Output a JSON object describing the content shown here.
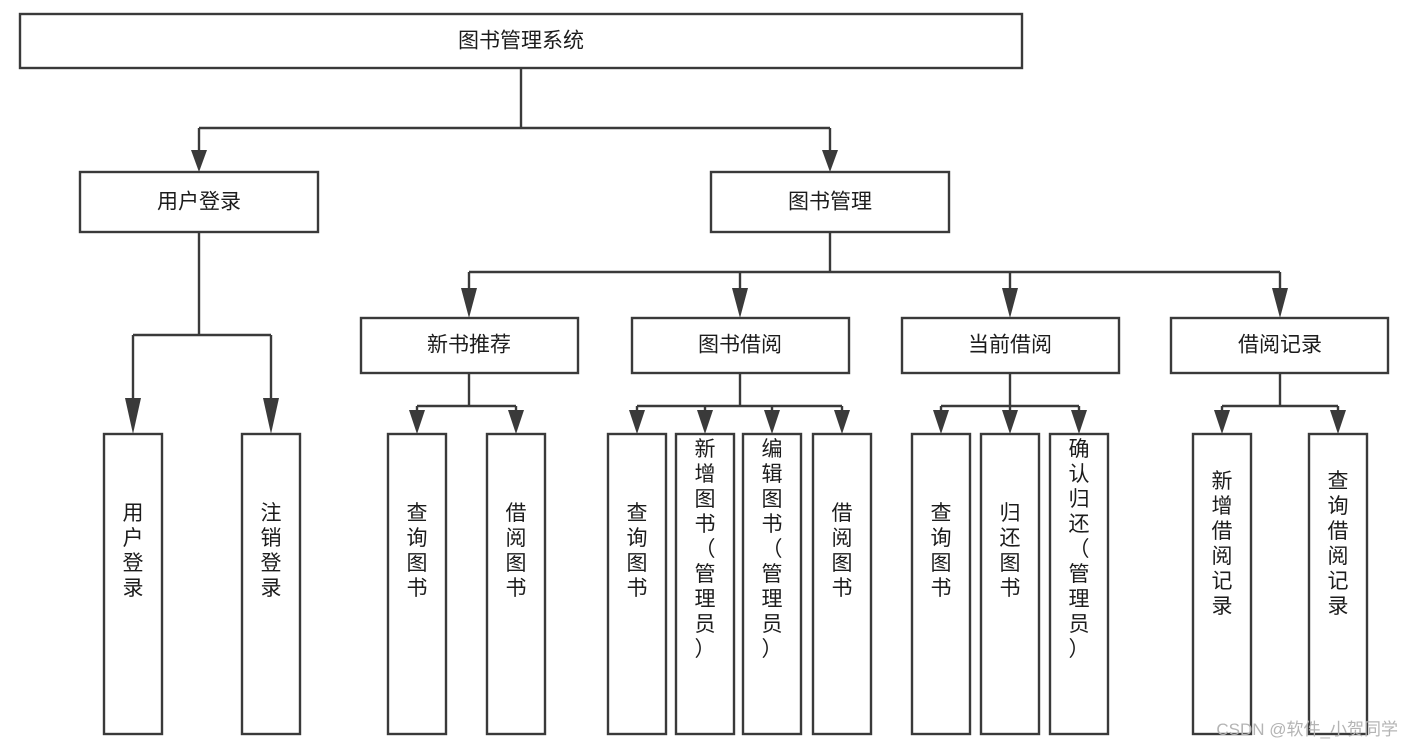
{
  "diagram": {
    "title": "图书管理系统",
    "type": "tree-hierarchy-chart",
    "orientation": "top-down",
    "watermark": "CSDN @软件_小贺同学",
    "colors": {
      "box_stroke": "#3a3a3a",
      "box_fill": "#ffffff",
      "text": "#1c1c1c",
      "background": "#ffffff",
      "watermark": "#b4b4b4"
    },
    "root": {
      "label": "图书管理系统",
      "orientation": "horizontal"
    },
    "level2": [
      {
        "id": "user-login",
        "label": "用户登录",
        "orientation": "horizontal"
      },
      {
        "id": "book-manage",
        "label": "图书管理",
        "orientation": "horizontal"
      }
    ],
    "level3": [
      {
        "id": "new-book-recommend",
        "label": "新书推荐",
        "orientation": "horizontal",
        "parent": "book-manage"
      },
      {
        "id": "book-borrow",
        "label": "图书借阅",
        "orientation": "horizontal",
        "parent": "book-manage"
      },
      {
        "id": "current-borrow",
        "label": "当前借阅",
        "orientation": "horizontal",
        "parent": "book-manage"
      },
      {
        "id": "borrow-record",
        "label": "借阅记录",
        "orientation": "horizontal",
        "parent": "book-manage"
      }
    ],
    "leaves": [
      {
        "id": "leaf-user-login",
        "label": "用户登录",
        "parent": "user-login",
        "orientation": "vertical"
      },
      {
        "id": "leaf-user-logout",
        "label": "注销登录",
        "parent": "user-login",
        "orientation": "vertical"
      },
      {
        "id": "leaf-query-book-1",
        "label": "查询图书",
        "parent": "new-book-recommend",
        "orientation": "vertical"
      },
      {
        "id": "leaf-borrow-book-1",
        "label": "借阅图书",
        "parent": "new-book-recommend",
        "orientation": "vertical"
      },
      {
        "id": "leaf-query-book-2",
        "label": "查询图书",
        "parent": "book-borrow",
        "orientation": "vertical"
      },
      {
        "id": "leaf-add-book",
        "label": "新增图书（管理员）",
        "parent": "book-borrow",
        "orientation": "vertical"
      },
      {
        "id": "leaf-edit-book",
        "label": "编辑图书（管理员）",
        "parent": "book-borrow",
        "orientation": "vertical"
      },
      {
        "id": "leaf-borrow-book-2",
        "label": "借阅图书",
        "parent": "book-borrow",
        "orientation": "vertical"
      },
      {
        "id": "leaf-query-book-3",
        "label": "查询图书",
        "parent": "current-borrow",
        "orientation": "vertical"
      },
      {
        "id": "leaf-return-book",
        "label": "归还图书",
        "parent": "current-borrow",
        "orientation": "vertical"
      },
      {
        "id": "leaf-confirm-return",
        "label": "确认归还（管理员）",
        "parent": "current-borrow",
        "orientation": "vertical"
      },
      {
        "id": "leaf-add-record",
        "label": "新增借阅记录",
        "parent": "borrow-record",
        "orientation": "vertical"
      },
      {
        "id": "leaf-query-record",
        "label": "查询借阅记录",
        "parent": "borrow-record",
        "orientation": "vertical"
      }
    ]
  }
}
